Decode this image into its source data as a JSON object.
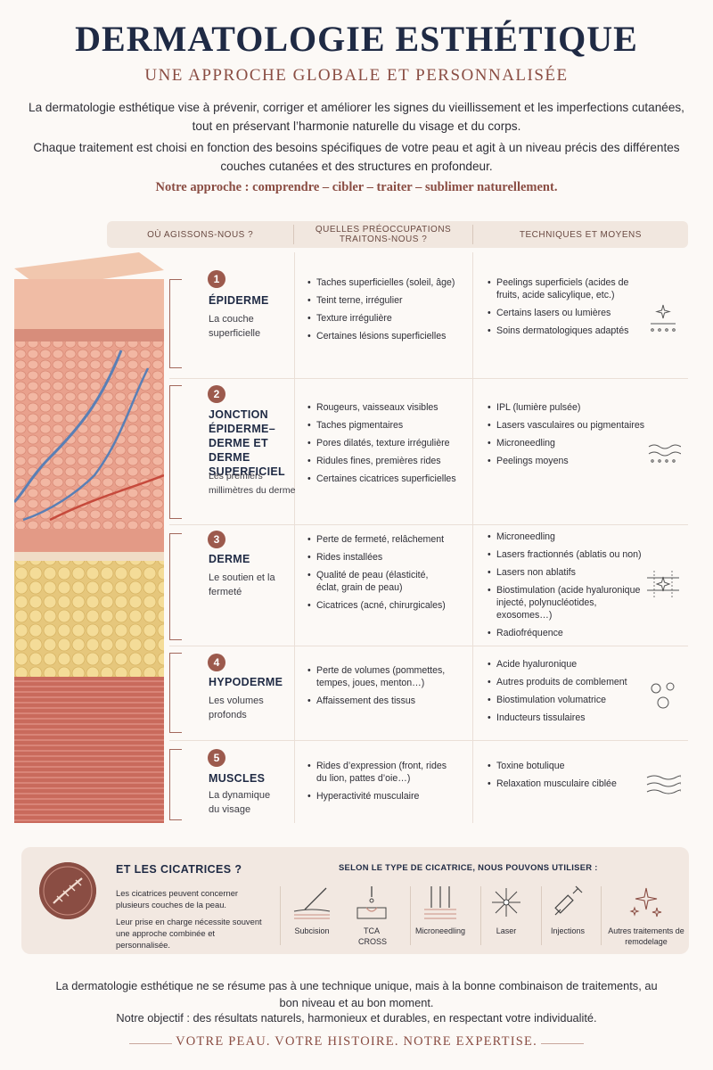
{
  "header": {
    "title": "DERMATOLOGIE ESTHÉTIQUE",
    "subtitle": "UNE APPROCHE GLOBALE ET PERSONNALISÉE",
    "intro1": "La dermatologie esthétique vise à prévenir, corriger et améliorer les signes du vieillissement et les imperfections cutanées, tout en préservant l’harmonie naturelle du visage et du corps.",
    "intro2": "Chaque traitement est choisi en fonction des besoins spécifiques de votre peau et agit à un niveau précis des différentes couches cutanées et des structures en profondeur.",
    "approach": "Notre approche : comprendre – cibler – traiter – sublimer naturellement."
  },
  "table": {
    "headers": [
      "OÙ AGISSONS-NOUS ?",
      "QUELLES PRÉOCCUPATIONS TRAITONS-NOUS ?",
      "TECHNIQUES ET MOYENS"
    ],
    "rows": [
      {
        "number": "1",
        "name": "ÉPIDERME",
        "desc": "La couche superficielle",
        "concerns": [
          "Taches superficielles (soleil, âge)",
          "Teint terne, irrégulier",
          "Texture irrégulière",
          "Certaines lésions superficielles"
        ],
        "techniques": [
          "Peelings superficiels (acides de fruits, acide salicylique, etc.)",
          "Certains lasers ou lumières",
          "Soins dermatologiques adaptés"
        ],
        "icon": "sparkle-dots-icon"
      },
      {
        "number": "2",
        "name": "JONCTION ÉPIDERME–DERME ET DERME SUPERFICIEL",
        "desc": "Les premiers millimètres du derme",
        "concerns": [
          "Rougeurs, vaisseaux visibles",
          "Taches pigmentaires",
          "Pores dilatés, texture irrégulière",
          "Ridules fines, premières rides",
          "Certaines cicatrices superficielles"
        ],
        "techniques": [
          "IPL (lumière pulsée)",
          "Lasers vasculaires ou pigmentaires",
          "Microneedling",
          "Peelings moyens"
        ],
        "icon": "waves-dots-icon"
      },
      {
        "number": "3",
        "name": "DERME",
        "desc": "Le soutien et la fermeté",
        "concerns": [
          "Perte de fermeté, relâchement",
          "Rides installées",
          "Qualité de peau (élasticité, éclat, grain de peau)",
          "Cicatrices (acné, chirurgicales)"
        ],
        "techniques": [
          "Microneedling",
          "Lasers fractionnés (ablatis ou non)",
          "Lasers non ablatifs",
          "Biostimulation (acide hyaluronique injecté, polynucléotides, exosomes…)",
          "Radiofréquence"
        ],
        "icon": "grid-sparkle-icon"
      },
      {
        "number": "4",
        "name": "HYPODERME",
        "desc": "Les volumes profonds",
        "concerns": [
          "Perte de volumes (pommettes, tempes, joues, menton…)",
          "Affaissement des tissus"
        ],
        "techniques": [
          "Acide hyaluronique",
          "Autres produits de comblement",
          "Biostimulation volumatrice",
          "Inducteurs tissulaires"
        ],
        "icon": "bubbles-icon"
      },
      {
        "number": "5",
        "name": "MUSCLES",
        "desc": "La dynamique du visage",
        "concerns": [
          "Rides d’expression (front, rides du lion, pattes d’oie…)",
          "Hyperactivité musculaire"
        ],
        "techniques": [
          "Toxine botulique",
          "Relaxation musculaire ciblée"
        ],
        "icon": "wavy-lines-icon"
      }
    ]
  },
  "scars": {
    "title": "ET LES CICATRICES ?",
    "text1": "Les cicatrices peuvent concerner plusieurs couches de la peau.",
    "text2": "Leur prise en charge nécessite souvent une approche combinée et personnalisée.",
    "right_title": "SELON LE TYPE DE CICATRICE, NOUS POUVONS UTILISER :",
    "tools": [
      {
        "label": "Subcision",
        "icon": "needle-under-skin-icon"
      },
      {
        "label": "TCA CROSS",
        "icon": "tca-cross-icon"
      },
      {
        "label": "Microneedling",
        "icon": "microneedles-icon"
      },
      {
        "label": "Laser",
        "icon": "laser-burst-icon"
      },
      {
        "label": "Injections",
        "icon": "syringe-icon"
      },
      {
        "label": "Autres traitements de remodelage",
        "icon": "sparkles-icon"
      }
    ]
  },
  "footer": {
    "outro1": "La dermatologie esthétique ne se résume pas à une technique unique, mais à la bonne combinaison de traitements, au bon niveau et au bon moment.",
    "outro2": "Notre objectif : des résultats naturels, harmonieux et durables, en respectant votre individualité.",
    "tagline": "VOTRE PEAU. VOTRE HISTOIRE. NOTRE EXPERTISE."
  },
  "colors": {
    "accent": "#8a4d43",
    "navy": "#1f2a44",
    "badge": "#9c5a4d",
    "panel": "#f2e8e1"
  }
}
